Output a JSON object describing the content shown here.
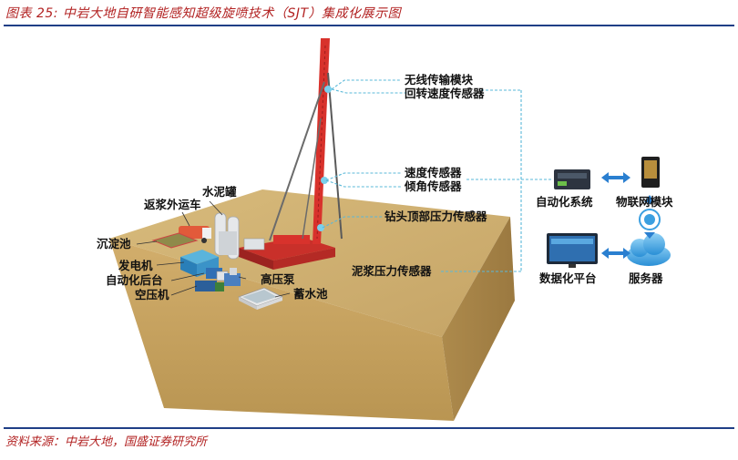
{
  "header": {
    "figure_title": "图表 25:  中岩大地自研智能感知超级旋喷技术（SJT）集成化展示图"
  },
  "footer": {
    "source": "资料来源：中岩大地，国盛证券研究所"
  },
  "site_labels": {
    "cement_tank": "水泥罐",
    "slurry_return_truck": "返浆外运车",
    "settling_tank": "沉淀池",
    "generator": "发电机",
    "automation_console": "自动化后台",
    "air_compressor": "空压机",
    "high_pressure_pump": "高压泵",
    "water_tank": "蓄水池"
  },
  "sensor_labels": {
    "wireless_module": "无线传输模块",
    "rotation_speed_sensor": "回转速度传感器",
    "speed_sensor": "速度传感器",
    "inclination_sensor": "倾角传感器",
    "drill_head_pressure_sensor": "钻头顶部压力传感器",
    "slurry_pressure_sensor": "泥浆压力传感器"
  },
  "system_labels": {
    "automation_system": "自动化系统",
    "iot_module": "物联网模块",
    "data_platform": "数据化平台",
    "server": "服务器"
  },
  "colors": {
    "title_red": "#b22222",
    "rule_blue": "#1f3f86",
    "ground_top": "#c8a868",
    "ground_front": "#c9a464",
    "ground_side": "#a88548",
    "rig_red": "#d8322c",
    "connector_cyan": "#5ab8d8"
  }
}
